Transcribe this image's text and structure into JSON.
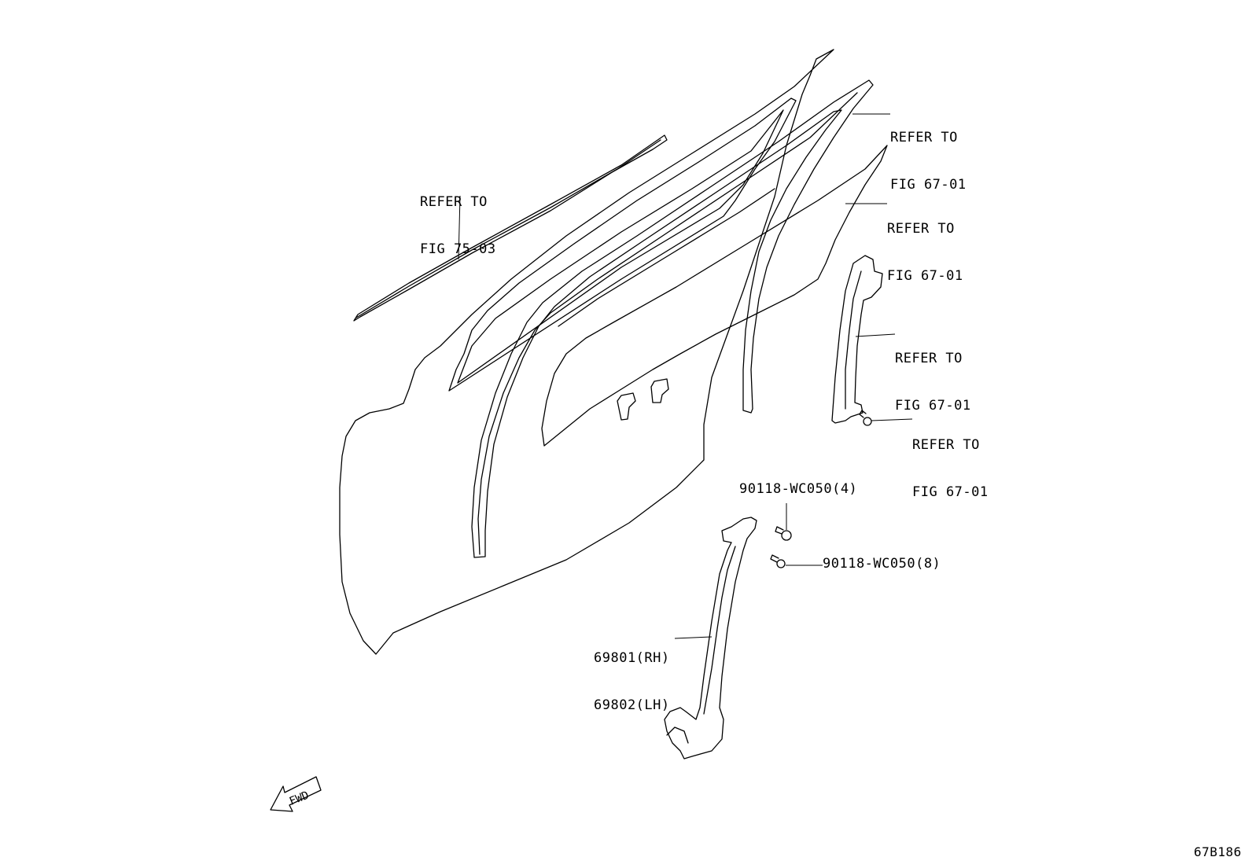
{
  "callouts": {
    "belt_moulding": {
      "line1": "REFER TO",
      "line2": "FIG 75-03"
    },
    "run_channel": {
      "line1": "REFER TO",
      "line2": "FIG 67-01"
    },
    "door_glass": {
      "line1": "REFER TO",
      "line2": "FIG 67-01"
    },
    "rear_sash": {
      "line1": "REFER TO",
      "line2": "FIG 67-01"
    },
    "sash_bolt": {
      "line1": "REFER TO",
      "line2": "FIG 67-01"
    },
    "bolt_upper": "90118-WC050(4)",
    "bolt_lower": "90118-WC050(8)",
    "regulator": {
      "line1": "69801(RH)",
      "line2": "69802(LH)"
    }
  },
  "fwd_label": "FWD",
  "figure_code": "67B186"
}
